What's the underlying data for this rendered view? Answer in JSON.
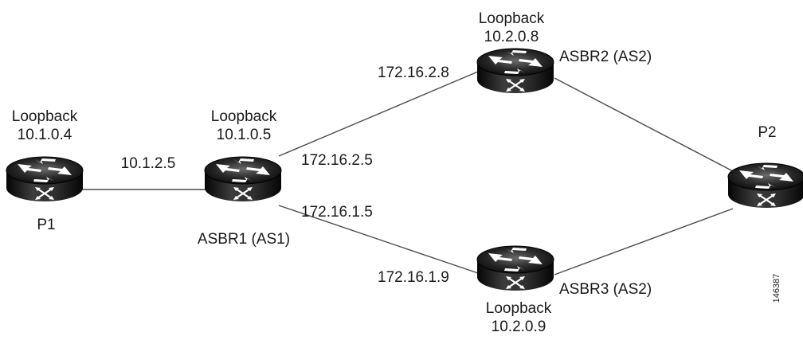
{
  "diagram": {
    "routers": {
      "p1": {
        "name": "P1",
        "loopback_label": "Loopback",
        "loopback_ip": "10.1.0.4"
      },
      "asbr1": {
        "name": "ASBR1 (AS1)",
        "loopback_label": "Loopback",
        "loopback_ip": "10.1.0.5"
      },
      "asbr2": {
        "name": "ASBR2 (AS2)",
        "loopback_label": "Loopback",
        "loopback_ip": "10.2.0.8"
      },
      "asbr3": {
        "name": "ASBR3 (AS2)",
        "loopback_label": "Loopback",
        "loopback_ip": "10.2.0.9"
      },
      "p2": {
        "name": "P2"
      }
    },
    "interfaces": {
      "p1_asbr1": "10.1.2.5",
      "asbr1_to_asbr2": "172.16.2.5",
      "asbr1_to_asbr3": "172.16.1.5",
      "asbr2_to_asbr1": "172.16.2.8",
      "asbr3_to_asbr1": "172.16.1.9"
    },
    "figure_id": "146387",
    "colors": {
      "router_dark": "#0f0f0f",
      "router_mid": "#3a3a3a",
      "router_light": "#8a8a8a",
      "link": "#4a4a4a",
      "text": "#1a1a1a"
    },
    "icon": "router-icon"
  }
}
